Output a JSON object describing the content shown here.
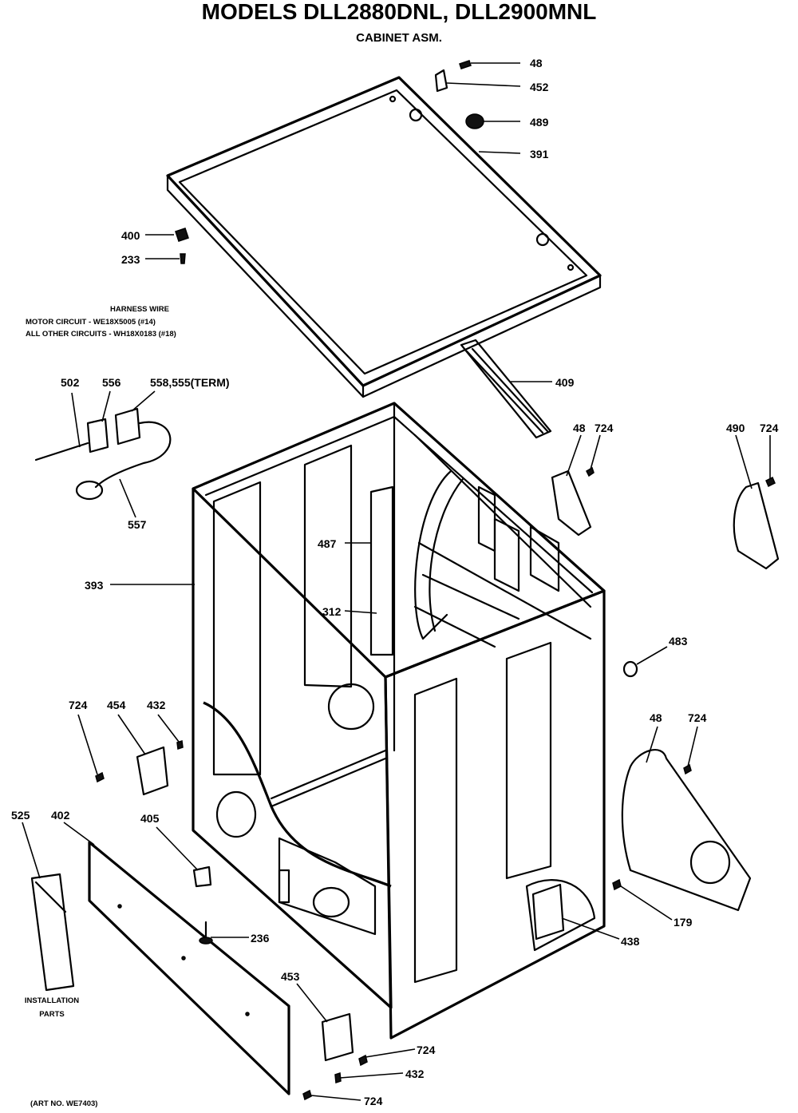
{
  "header": {
    "title": "MODELS DLL2880DNL, DLL2900MNL",
    "subtitle": "CABINET ASM."
  },
  "notes": {
    "harness_heading": "HARNESS WIRE",
    "harness_motor": "MOTOR CIRCUIT - WE18X5005 (#14)",
    "harness_other": "ALL OTHER CIRCUITS - WH18X0183 (#18)",
    "installation_line1": "INSTALLATION",
    "installation_line2": "PARTS",
    "art_no": "(ART NO. WE7403)"
  },
  "callouts": {
    "c48": "48",
    "c452": "452",
    "c489": "489",
    "c391": "391",
    "c400": "400",
    "c233": "233",
    "c409": "409",
    "c502": "502",
    "c556": "556",
    "c558": "558,555(TERM)",
    "c557": "557",
    "c48b": "48",
    "c724a": "724",
    "c490": "490",
    "c724b": "724",
    "c487": "487",
    "c393": "393",
    "c312": "312",
    "c483": "483",
    "c724c": "724",
    "c454": "454",
    "c432a": "432",
    "c48c": "48",
    "c724d": "724",
    "c525": "525",
    "c402": "402",
    "c405": "405",
    "c179": "179",
    "c236": "236",
    "c438": "438",
    "c453": "453",
    "c724e": "724",
    "c432b": "432",
    "c724f": "724"
  }
}
